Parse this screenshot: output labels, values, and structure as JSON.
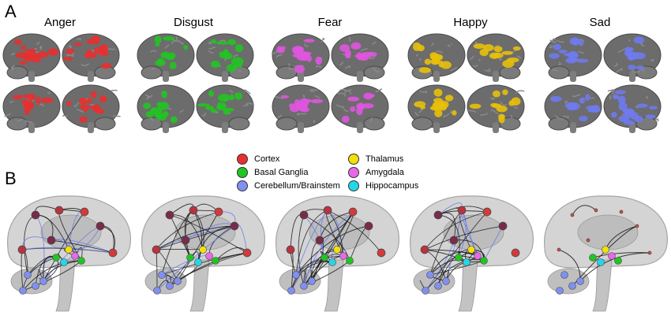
{
  "panel_a": {
    "letter": "A",
    "emotions": [
      {
        "name": "Anger",
        "color": "#e83030"
      },
      {
        "name": "Disgust",
        "color": "#22c422"
      },
      {
        "name": "Fear",
        "color": "#e055e0"
      },
      {
        "name": "Happy",
        "color": "#e8c00a"
      },
      {
        "name": "Sad",
        "color": "#6f7af0"
      }
    ]
  },
  "panel_b": {
    "letter": "B",
    "legend": [
      {
        "label": "Cortex",
        "color": "#e83030"
      },
      {
        "label": "Basal Ganglia",
        "color": "#22c422"
      },
      {
        "label": "Cerebellum/Brainstem",
        "color": "#8090f0"
      },
      {
        "label": "Thalamus",
        "color": "#f2e00a"
      },
      {
        "label": "Amygdala",
        "color": "#e868e8"
      },
      {
        "label": "Hippocampus",
        "color": "#22d8e8"
      }
    ]
  }
}
